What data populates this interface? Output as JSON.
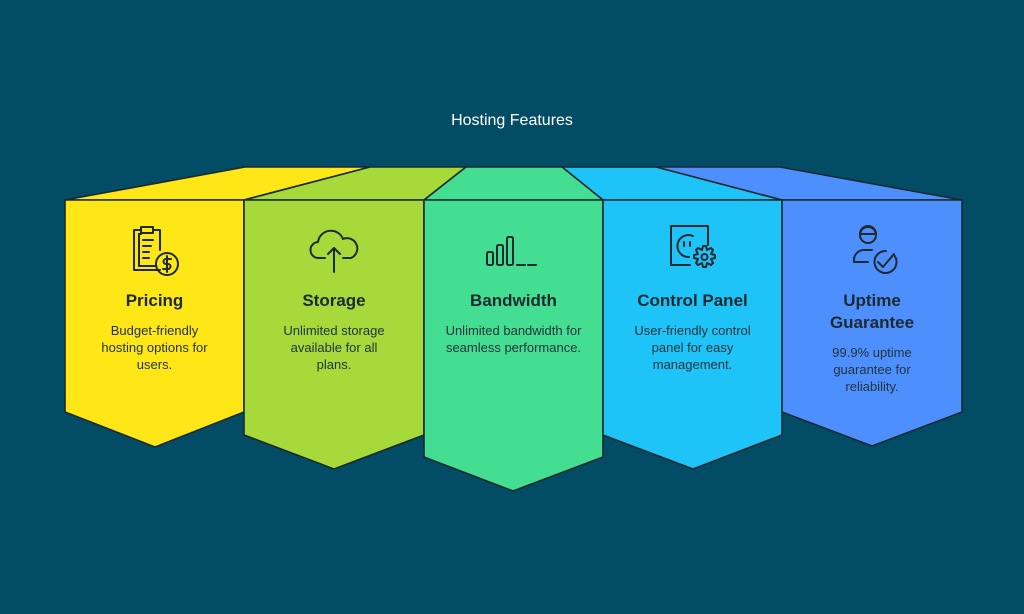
{
  "title": "Hosting Features",
  "colors": {
    "background": "#034c66",
    "outline": "#1b2a2e",
    "pricing": "#fee617",
    "storage": "#a6d93a",
    "bandwidth": "#44de93",
    "control_panel": "#1ec4f8",
    "uptime": "#4e8ffe"
  },
  "features": [
    {
      "title": "Pricing",
      "description": "Budget-friendly hosting options for users.",
      "icon": "clipboard-dollar-icon"
    },
    {
      "title": "Storage",
      "description": "Unlimited storage available for all plans.",
      "icon": "cloud-upload-icon"
    },
    {
      "title": "Bandwidth",
      "description": "Unlimited bandwidth for seamless performance.",
      "icon": "signal-bars-icon"
    },
    {
      "title": "Control Panel",
      "description": "User-friendly control panel for easy management.",
      "icon": "panel-gear-icon"
    },
    {
      "title": "Uptime Guarantee",
      "description": "99.9% uptime guarantee for reliability.",
      "icon": "user-check-icon"
    }
  ]
}
